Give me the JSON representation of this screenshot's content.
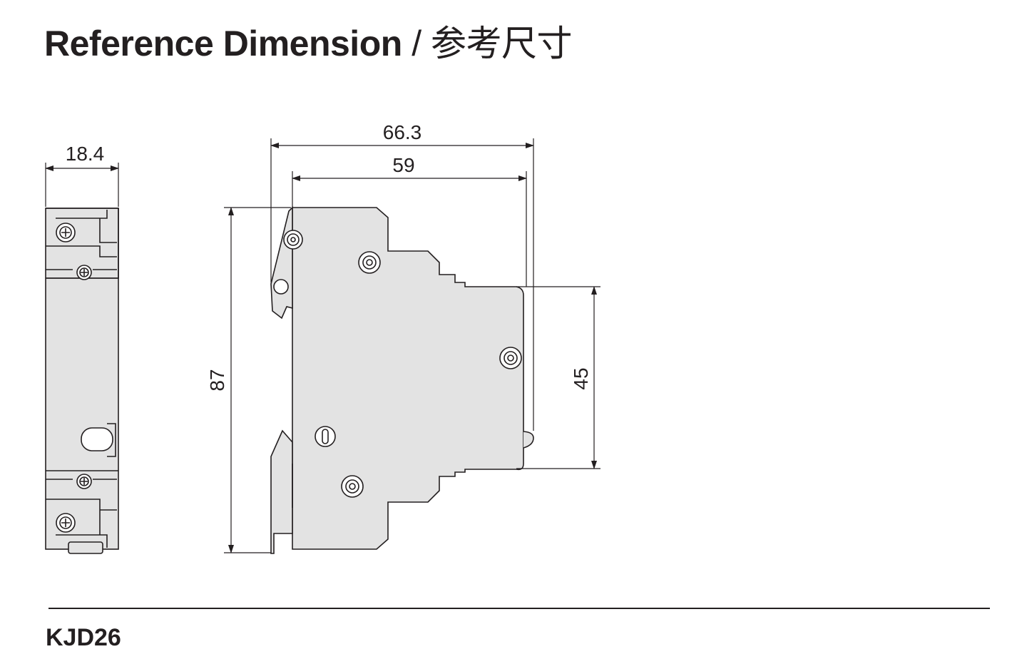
{
  "header": {
    "title_en": "Reference Dimension",
    "separator": "/",
    "title_cn": "参考尺寸"
  },
  "dimensions": {
    "width_front": "18.4",
    "depth_overall": "66.3",
    "depth_body": "59",
    "height_total": "87",
    "height_front": "45"
  },
  "footer": {
    "model": "KJD26"
  },
  "colors": {
    "body_fill": "#e3e3e3",
    "line": "#231f20"
  }
}
